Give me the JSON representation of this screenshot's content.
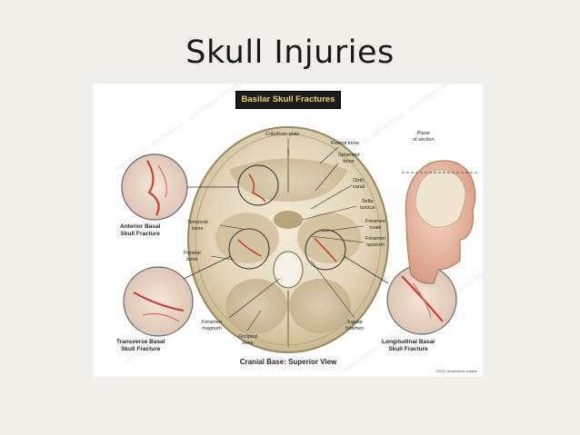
{
  "slide": {
    "title": "Skull Injuries"
  },
  "figure": {
    "header": "Basilar Skull Fractures",
    "footer": "Cranial Base: Superior View",
    "copyright": "©2011 Anatomical Justice",
    "watermark": "ANATOMICAL JUSTICE LLC · COPYRIGHT PROTECTED",
    "labels": {
      "cribriform_plate": "Cribriform plate",
      "frontal_bone": "Frontal bone",
      "sphenoid_bone": [
        "Sphenoid",
        "bone"
      ],
      "optic_canal": [
        "Optic",
        "canal"
      ],
      "sella_turcica": [
        "Sella",
        "turcica"
      ],
      "foramen_ovale": [
        "Foramen",
        "ovale"
      ],
      "foramen_lacerum": [
        "Foramen",
        "lacerum"
      ],
      "temporal_bone": [
        "Temporal",
        "bone"
      ],
      "parietal_bone": [
        "Parietal",
        "bone"
      ],
      "foramen_magnum": [
        "Foramen",
        "magnum"
      ],
      "occipital_bone": [
        "Occipital",
        "bone"
      ],
      "jugular_foramen": [
        "Jugular",
        "foramen"
      ],
      "plane_of_section": [
        "Plane",
        "of section"
      ]
    },
    "fracture_types": {
      "anterior": [
        "Anterior Basal",
        "Skull Fracture"
      ],
      "transverse": [
        "Transverse Basal",
        "Skull Fracture"
      ],
      "longitudinal": [
        "Longitudinal Basal",
        "Skull Fracture"
      ]
    }
  }
}
